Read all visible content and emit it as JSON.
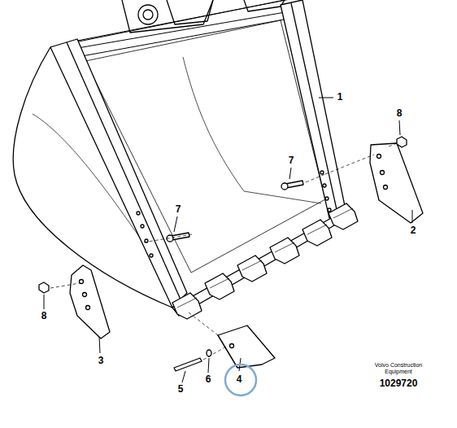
{
  "diagram": {
    "labels": [
      "1",
      "7",
      "8",
      "2",
      "7",
      "8",
      "3",
      "4",
      "5",
      "6",
      "Volvo Construction Equipment",
      "1029720"
    ]
  }
}
